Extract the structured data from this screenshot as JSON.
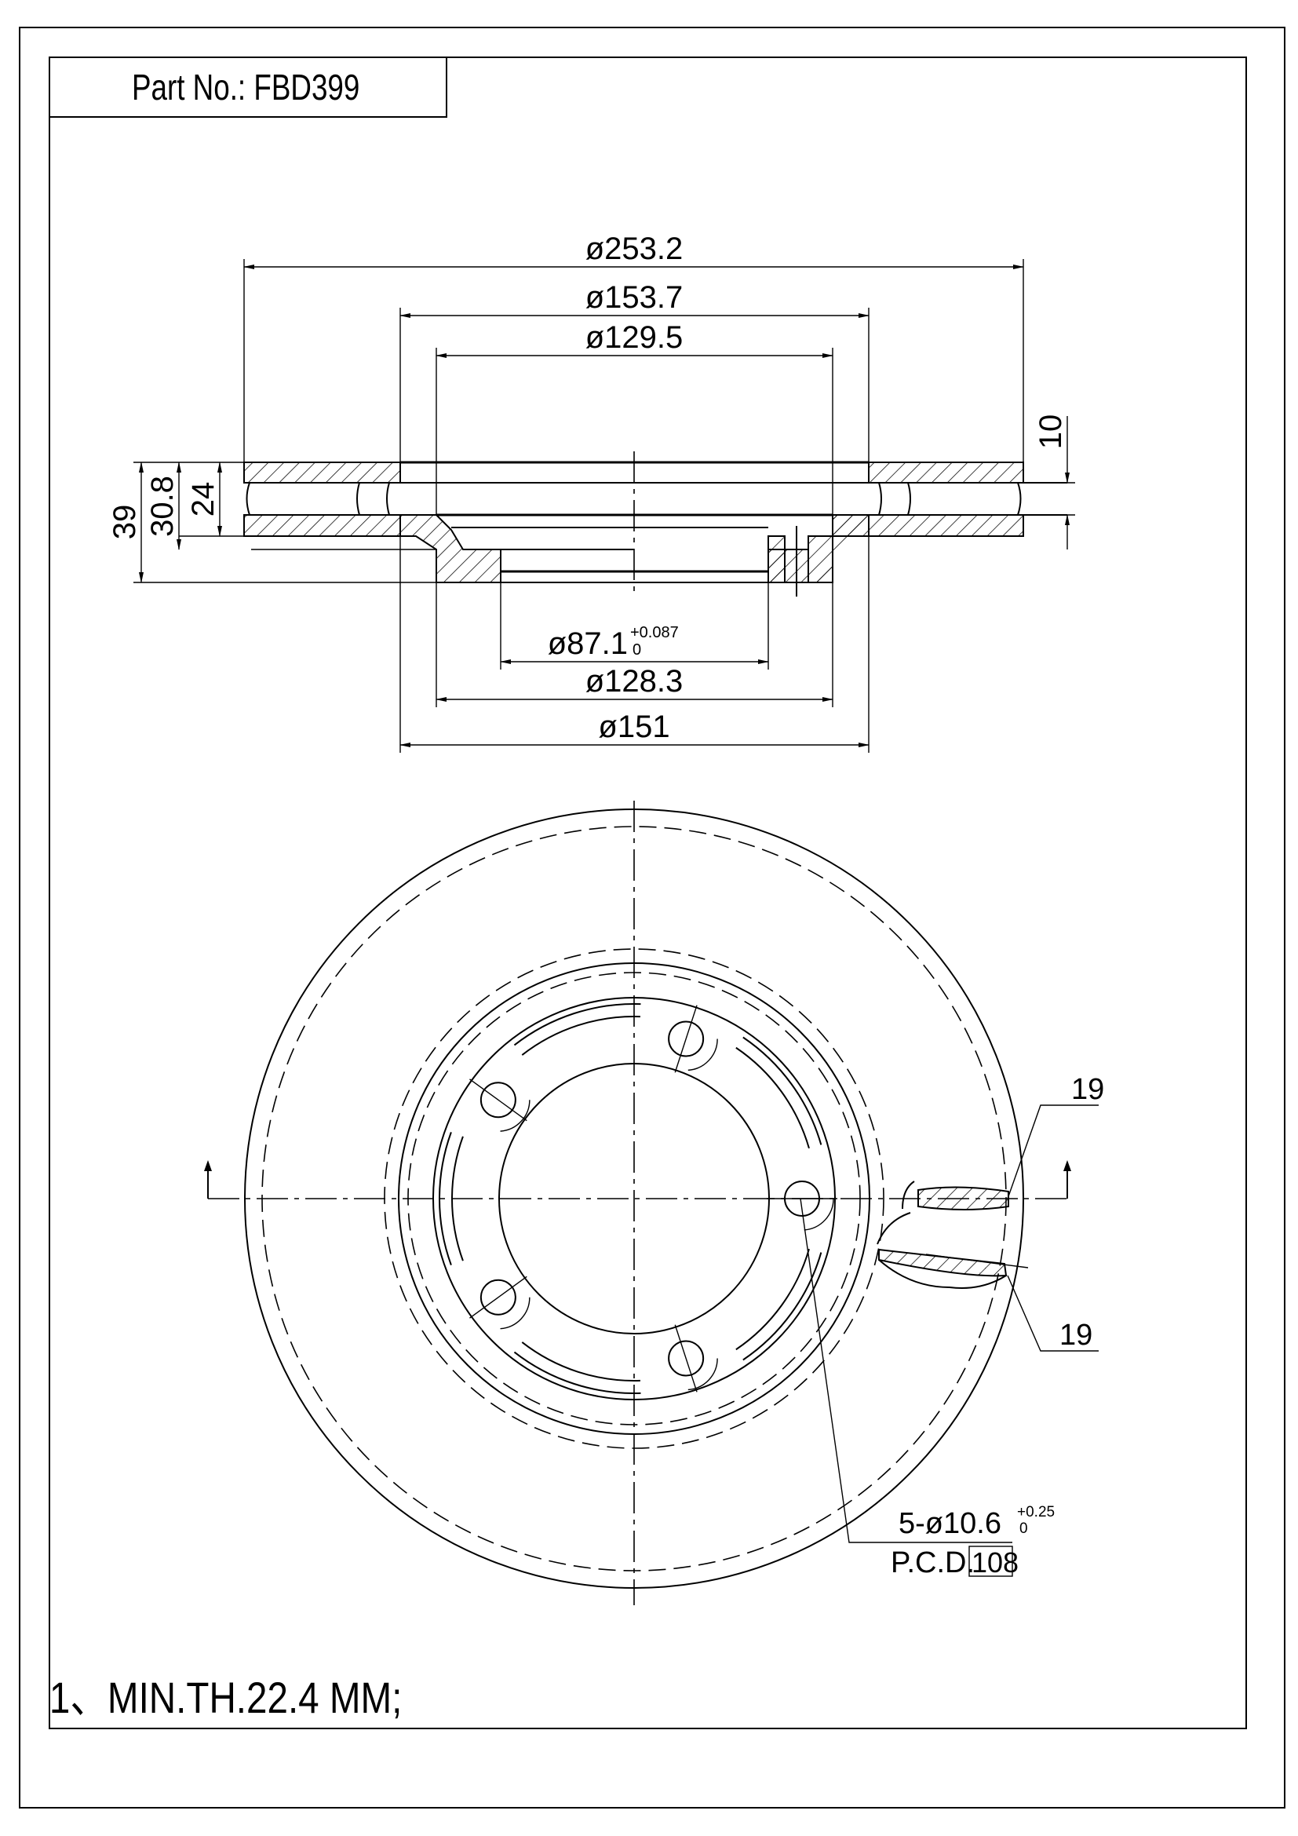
{
  "title_block": {
    "label": "Part No.:",
    "part_number": "FBD399"
  },
  "section_view": {
    "dimensions": {
      "outer_diameter": "ø253.2",
      "hat_outer_diameter": "ø153.7",
      "hat_inner_diameter": "ø129.5",
      "center_bore": "ø87.1",
      "center_bore_tol_upper": "+0.087",
      "center_bore_tol_lower": "0",
      "hub_inner_diameter": "ø128.3",
      "hub_outer_diameter": "ø151",
      "overall_height": "39",
      "hat_height": "30.8",
      "disc_thickness": "24",
      "vane_gap": "10"
    }
  },
  "front_view": {
    "bolt_holes": "5-ø10.6",
    "bolt_tol_upper": "+0.25",
    "bolt_tol_lower": "0",
    "pcd_label": "P.C.D.",
    "pcd_value": "108",
    "vane_label_top": "19",
    "vane_label_bottom": "19",
    "bolt_count": 5
  },
  "notes": {
    "note_1": "1、MIN.TH.22.4 MM;"
  }
}
